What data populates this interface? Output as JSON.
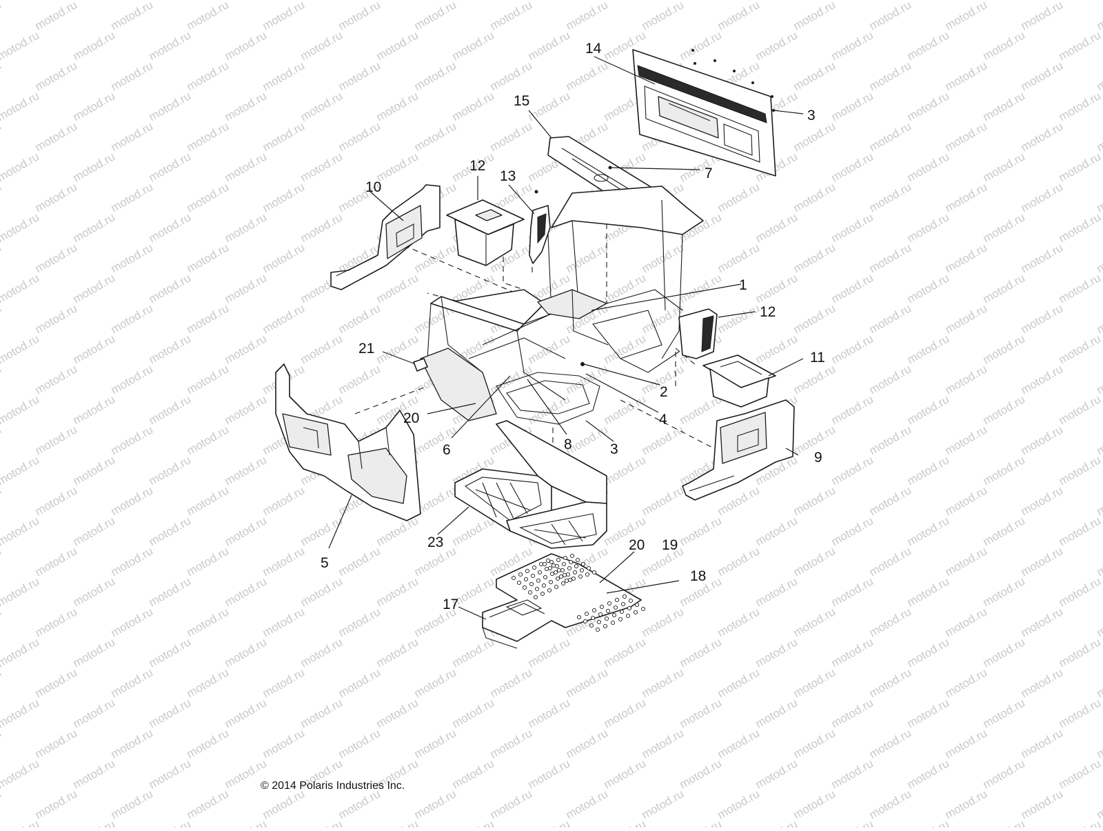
{
  "watermark": "motod.ru",
  "copyright": "© 2014 Polaris Industries Inc.",
  "callouts": [
    "1",
    "2",
    "3",
    "3",
    "4",
    "5",
    "6",
    "7",
    "8",
    "9",
    "10",
    "11",
    "12",
    "13",
    "14",
    "15",
    "16",
    "17",
    "18",
    "19",
    "20",
    "21",
    "22",
    "23"
  ],
  "parts": [
    "chassis-frame",
    "rear-panel",
    "rear-upper-panel",
    "left-side-panel",
    "right-side-panel",
    "left-storage-bin",
    "right-storage-bin",
    "left-pillar-cover",
    "right-pillar-cover",
    "front-dash-panel",
    "floor-pan",
    "skid-plate",
    "small-bracket"
  ]
}
